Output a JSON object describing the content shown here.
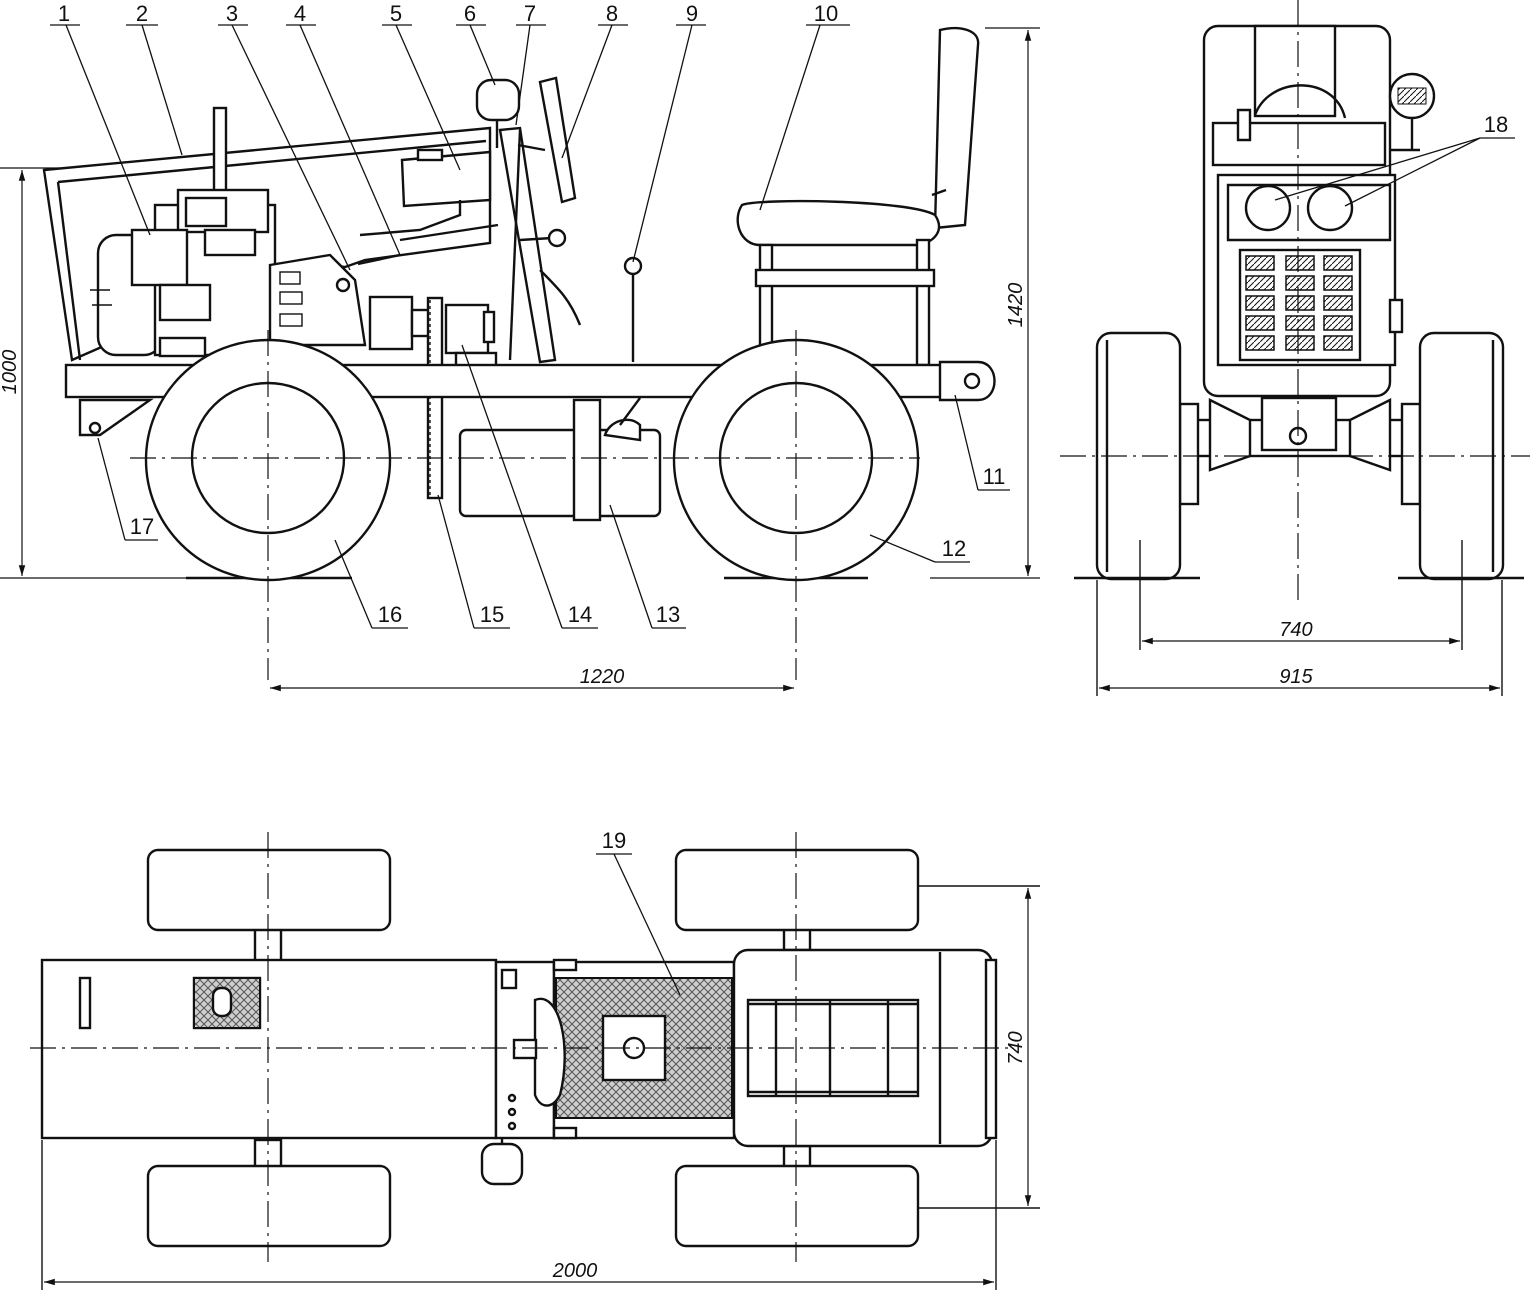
{
  "callouts": [
    {
      "id": "c1",
      "text": "1"
    },
    {
      "id": "c2",
      "text": "2"
    },
    {
      "id": "c3",
      "text": "3"
    },
    {
      "id": "c4",
      "text": "4"
    },
    {
      "id": "c5",
      "text": "5"
    },
    {
      "id": "c6",
      "text": "6"
    },
    {
      "id": "c7",
      "text": "7"
    },
    {
      "id": "c8",
      "text": "8"
    },
    {
      "id": "c9",
      "text": "9"
    },
    {
      "id": "c10",
      "text": "10"
    },
    {
      "id": "c11",
      "text": "11"
    },
    {
      "id": "c12",
      "text": "12"
    },
    {
      "id": "c13",
      "text": "13"
    },
    {
      "id": "c14",
      "text": "14"
    },
    {
      "id": "c15",
      "text": "15"
    },
    {
      "id": "c16",
      "text": "16"
    },
    {
      "id": "c17",
      "text": "17"
    },
    {
      "id": "c18",
      "text": "18"
    },
    {
      "id": "c19",
      "text": "19"
    }
  ],
  "dimensions": {
    "side_height": "1000",
    "total_height": "1420",
    "wheelbase": "1220",
    "front_track": "740",
    "front_width": "915",
    "top_width": "740",
    "total_length": "2000"
  }
}
